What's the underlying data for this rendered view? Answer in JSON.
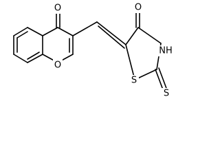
{
  "diagram": {
    "type": "chemical-structure",
    "atoms": {
      "carbonyl_o_chromone": "O",
      "ring_o_chromone": "O",
      "carbonyl_o_thiazolidinone": "O",
      "nh": "NH",
      "ring_s": "S",
      "thione_s": "S"
    }
  }
}
